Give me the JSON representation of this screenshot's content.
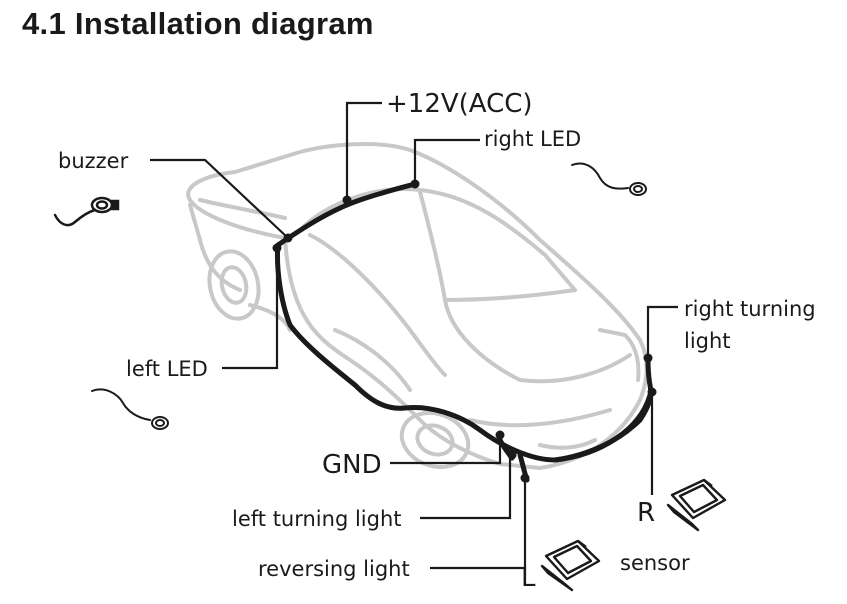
{
  "title": "4.1 Installation diagram",
  "labels": {
    "acc": "+12V(ACC)",
    "right_led": "right LED",
    "buzzer": "buzzer",
    "left_led": "left LED",
    "right_turning_line1": "right turning",
    "right_turning_line2": "light",
    "gnd": "GND",
    "left_turning": "left turning light",
    "reversing": "reversing light",
    "r_marker": "R",
    "l_marker": "L",
    "sensor": "sensor"
  },
  "colors": {
    "car_outline": "#c8c8c8",
    "wire": "#1a1a1a",
    "text": "#1a1a1a"
  },
  "icons": [
    "buzzer-icon",
    "led-icon",
    "sensor-icon"
  ]
}
